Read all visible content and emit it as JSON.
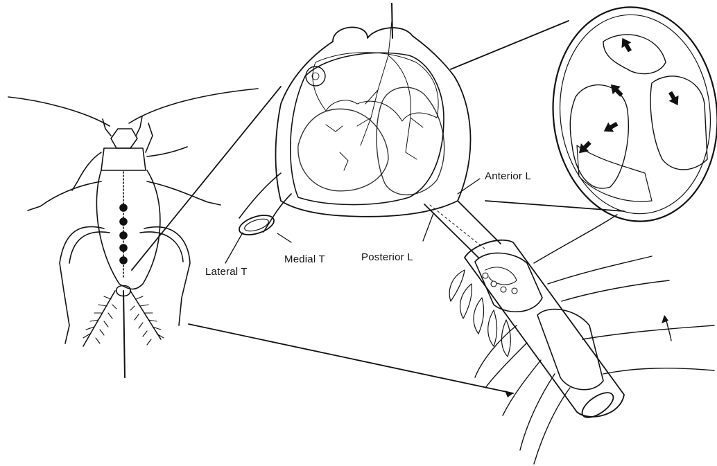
{
  "figure": {
    "labels": {
      "anterior_l": "Anterior L",
      "medial_t": "Medial T",
      "posterior_l": "Posterior L",
      "lateral_t": "Lateral T"
    },
    "colors": {
      "ink": "#111111",
      "paper": "#ffffff",
      "stipple": "#222222"
    },
    "icons": [
      "cricket-drawing",
      "air-sac-cutaway",
      "inset-detail",
      "trachea-cross-section",
      "airflow-arrows"
    ]
  }
}
